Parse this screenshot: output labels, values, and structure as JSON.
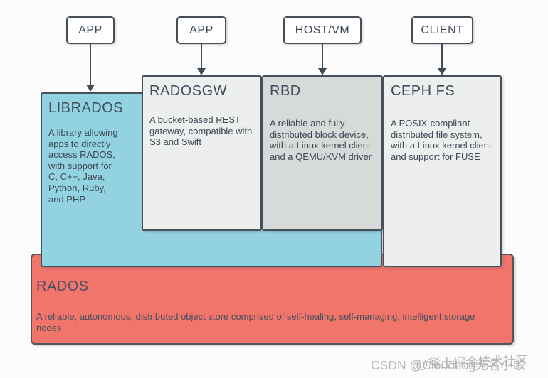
{
  "top_nodes": [
    {
      "label": "APP"
    },
    {
      "label": "APP"
    },
    {
      "label": "HOST/VM"
    },
    {
      "label": "CLIENT"
    }
  ],
  "layers": {
    "librados": {
      "title": "LIBRADOS",
      "body": "A library allowing\napps to directly\naccess RADOS,\nwith support for\nC, C++, Java,\nPython, Ruby,\nand PHP"
    },
    "radosgw": {
      "title": "RADOSGW",
      "body": "A bucket-based REST\ngateway, compatible with\nS3 and Swift"
    },
    "rbd": {
      "title": "RBD",
      "body": "A reliable and fully-\ndistributed block device,\nwith a Linux kernel client\nand a QEMU/KVM driver"
    },
    "cephfs": {
      "title": "CEPH FS",
      "body": "A POSIX-compliant\ndistributed file system,\nwith a Linux kernel client\nand support for FUSE"
    },
    "rados": {
      "title": "RADOS",
      "body": "A reliable, autonomous, distributed object store comprised of self-healing, self-managing, intelligent storage\nnodes"
    }
  },
  "watermarks": {
    "csdn": "CSDN @CloudLog无名小歌",
    "juejin": "@稀土掘金技术社区"
  },
  "colors": {
    "background": "#fcfcfc",
    "node_fill": "#ffffff",
    "node_border": "#454e57",
    "librados_fill": "#93d3e1",
    "radosgw_fill": "#edefee",
    "rbd_fill": "#d6dad8",
    "cephfs_fill": "#edefee",
    "rados_fill": "#f1756a",
    "title_text": "#414e5e",
    "body_text": "#3d4855",
    "arrow": "#3f4a52",
    "watermark_text": "#b3b5b8"
  }
}
